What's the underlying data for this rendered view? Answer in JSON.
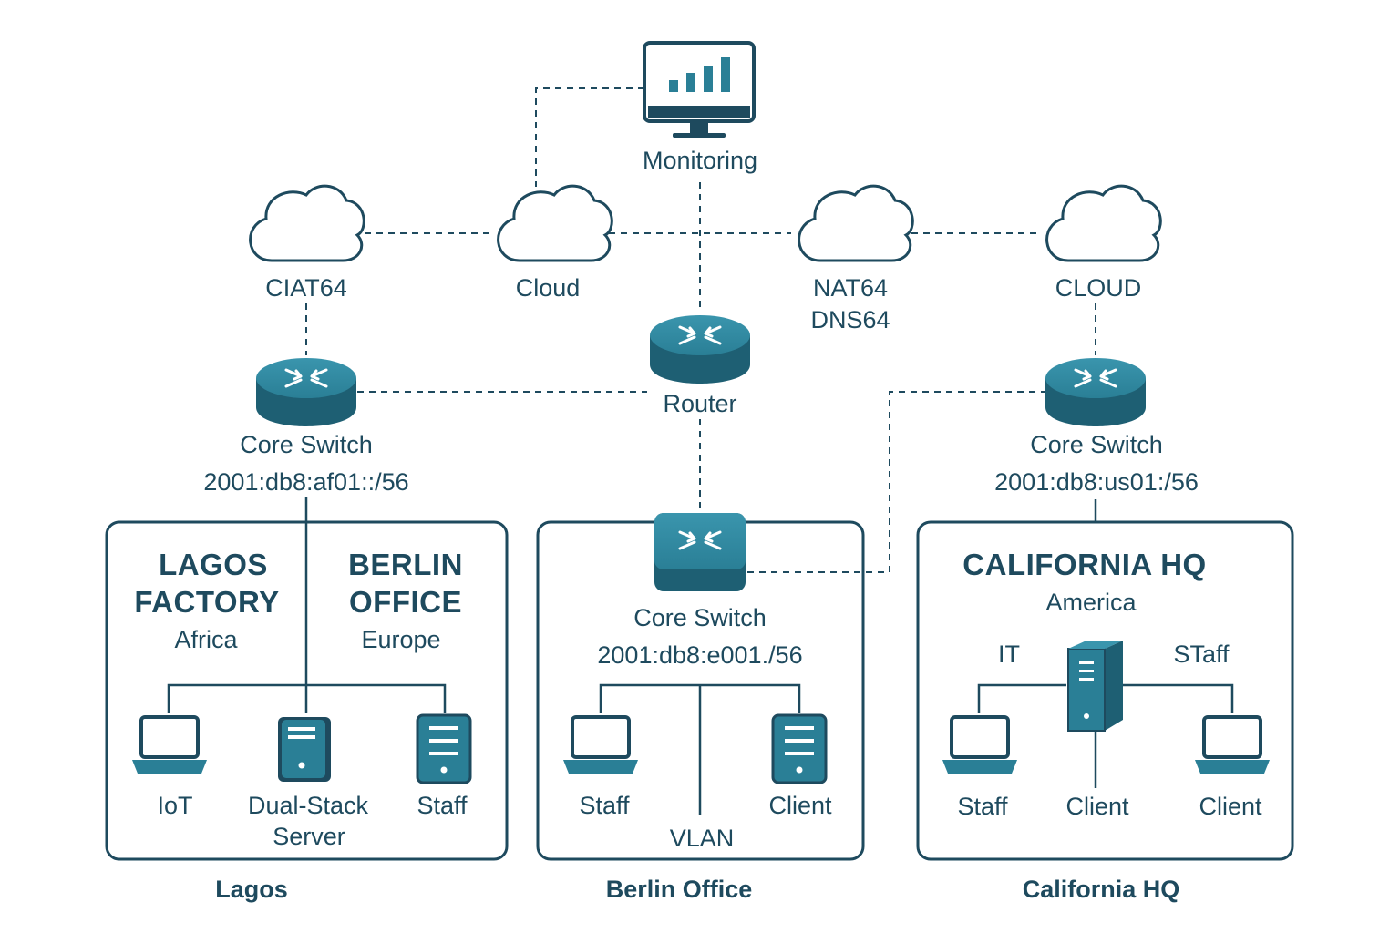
{
  "diagram": {
    "monitoring": {
      "label": "Monitoring"
    },
    "clouds": [
      {
        "label": "CIAT64"
      },
      {
        "label": "Cloud"
      },
      {
        "label": "NAT64",
        "label2": "DNS64"
      },
      {
        "label": "CLOUD"
      }
    ],
    "router": {
      "label": "Router"
    },
    "core_switches": [
      {
        "label": "Core Switch",
        "prefix": "2001:db8:af01::/56"
      },
      {
        "label": "Core Switch",
        "prefix": "2001:db8:e001./56"
      },
      {
        "label": "Core Switch",
        "prefix": "2001:db8:us01:/56"
      }
    ],
    "sites": {
      "lagos": {
        "title_line1": "LAGOS",
        "title_line2": "FACTORY",
        "region": "Africa",
        "footer": "Lagos"
      },
      "berlin_inner": {
        "title_line1": "BERLIN",
        "title_line2": "OFFICE",
        "region": "Europe"
      },
      "berlin": {
        "footer": "Berlin Office"
      },
      "california": {
        "title": "CALIFORNIA HQ",
        "region": "America",
        "footer": "California HQ"
      }
    },
    "devices": {
      "lagos": [
        {
          "label": "IoT",
          "icon": "laptop-icon"
        },
        {
          "label": "Dual-Stack",
          "label2": "Server",
          "icon": "server-icon"
        },
        {
          "label": "Staff",
          "icon": "server-icon"
        }
      ],
      "berlin": [
        {
          "label": "Staff",
          "icon": "laptop-icon"
        },
        {
          "label": "VLAN"
        },
        {
          "label": "Client",
          "icon": "server-icon"
        }
      ],
      "california": [
        {
          "label": "IT"
        },
        {
          "label": "STaff"
        },
        {
          "label": "Staff",
          "icon": "laptop-icon"
        },
        {
          "label": "Client",
          "icon": "server-tower-icon"
        },
        {
          "label": "Client",
          "icon": "laptop-icon"
        }
      ]
    }
  },
  "colors": {
    "accent": "#2a7f96",
    "accent_dark": "#1e5f73",
    "stroke": "#1e4a5e"
  }
}
